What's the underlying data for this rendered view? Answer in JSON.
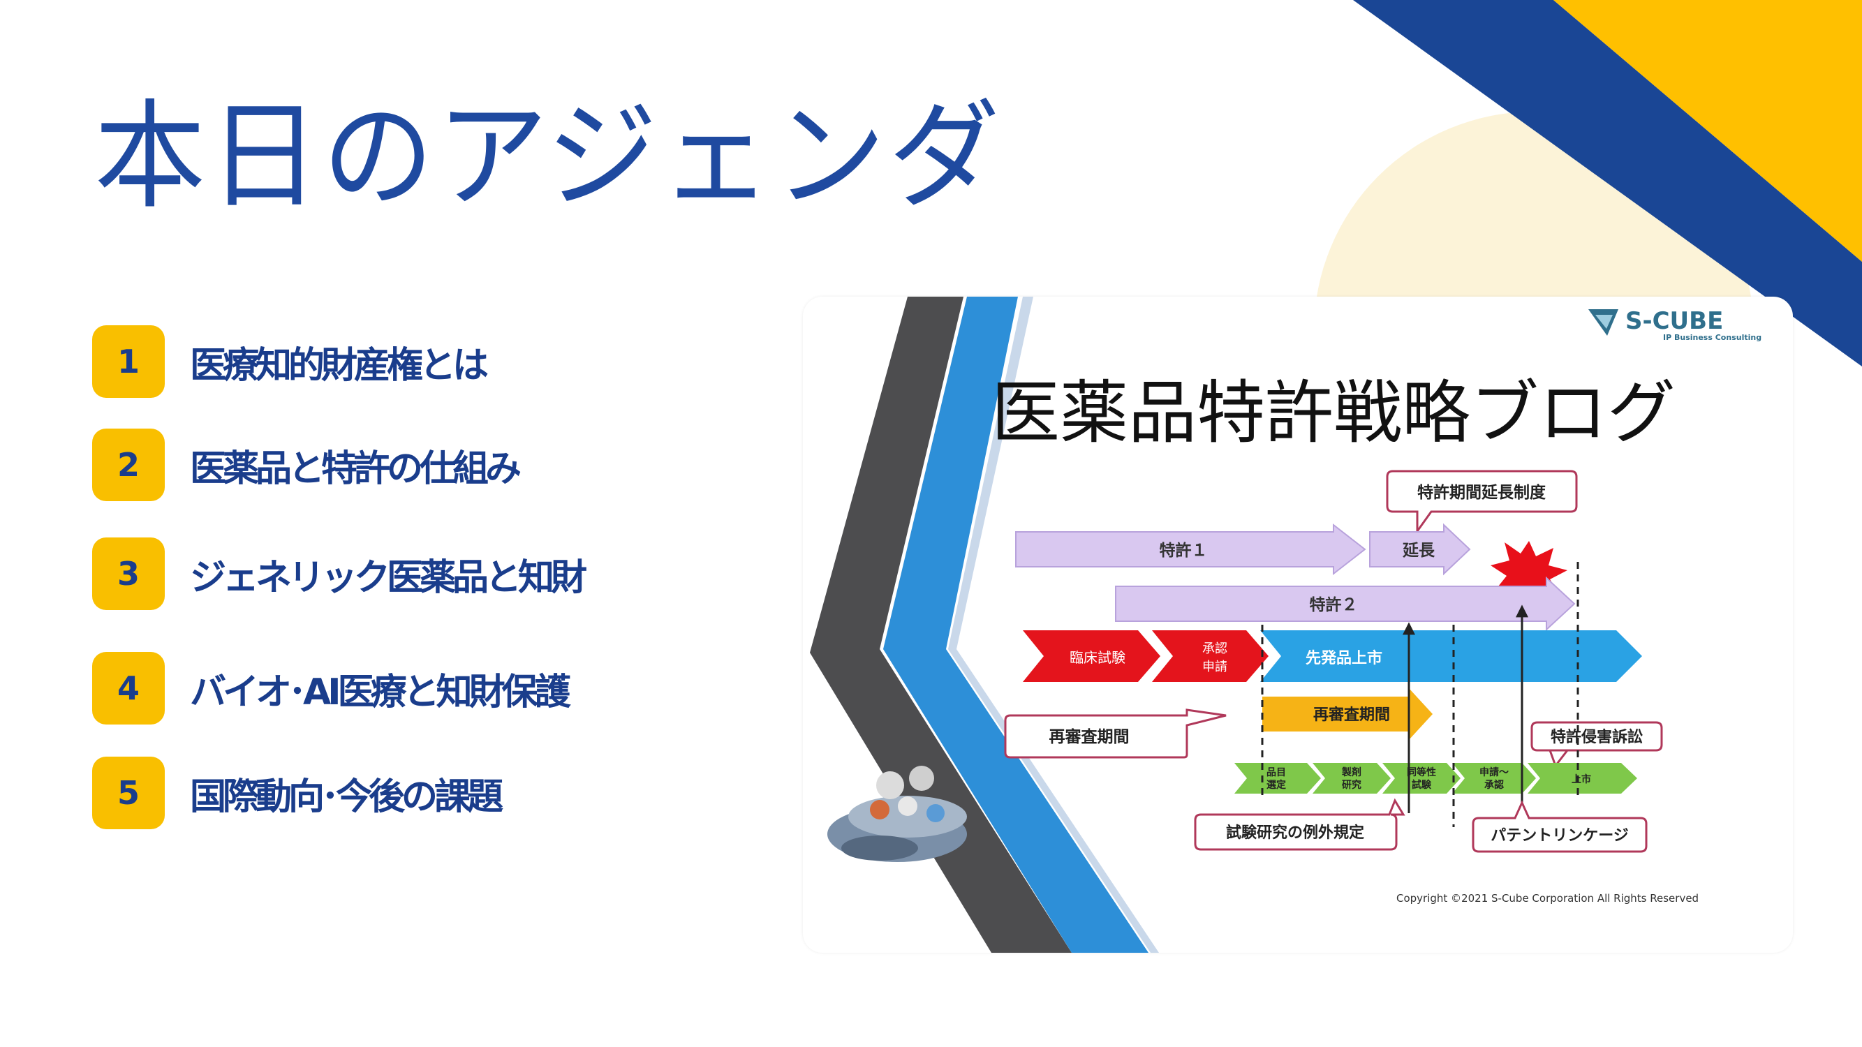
{
  "slide": {
    "title": "本日のアジェンダ",
    "colors": {
      "primary_blue": "#1f4aa0",
      "accent_yellow": "#f9bf00",
      "corner_blue": "#1a4695",
      "corner_yellow": "#ffc000"
    }
  },
  "agenda": {
    "items": [
      {
        "number": "1",
        "label": "医療知的財産権とは"
      },
      {
        "number": "2",
        "label": "医薬品と特許の仕組み"
      },
      {
        "number": "3",
        "label": "ジェネリック医薬品と知財"
      },
      {
        "number": "4",
        "label": "バイオ･AI医療と知財保護"
      },
      {
        "number": "5",
        "label": "国際動向･今後の課題"
      }
    ]
  },
  "blog_image": {
    "logo_name": "S-CUBE",
    "logo_tagline": "IP Business Consulting",
    "heading": "医薬品特許戦略ブログ",
    "copyright": "Copyright ©2021 S-Cube Corporation All Rights Reserved",
    "diagram": {
      "callout_extension_system": "特許期間延長制度",
      "patent1": "特許１",
      "extension": "延長",
      "patent2": "特許２",
      "clinical_trial": "臨床試験",
      "approval_line1": "承認",
      "approval_line2": "申請",
      "original_launch": "先発品上市",
      "reexam_callout": "再審査期間",
      "reexam_arrow": "再審査期間",
      "infringement_callout": "特許侵害訴訟",
      "generic_steps": [
        {
          "line1": "品目",
          "line2": "選定"
        },
        {
          "line1": "製剤",
          "line2": "研究"
        },
        {
          "line1": "同等性",
          "line2": "試験"
        },
        {
          "line1": "申請～",
          "line2": "承認"
        },
        {
          "line1": "上市",
          "line2": ""
        }
      ],
      "exception_callout": "試験研究の例外規定",
      "linkage_callout": "パテントリンケージ"
    }
  }
}
